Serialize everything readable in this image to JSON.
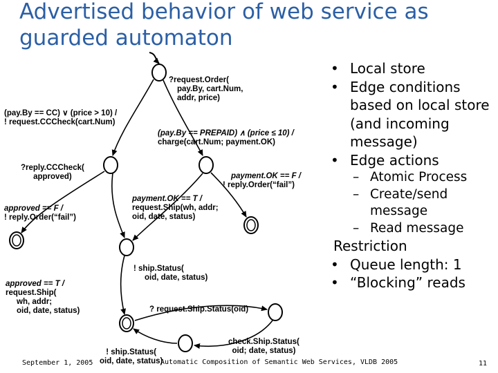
{
  "slide": {
    "title_lines": [
      "Advertised behavior of web service as",
      "guarded automaton"
    ],
    "footer": {
      "date": "September 1, 2005",
      "citation": "Automatic Composition of Semantic Web Services, VLDB 2005",
      "page": "11"
    }
  },
  "diagram": {
    "labels": {
      "request_order": [
        "?request.Order(",
        "pay.By, cart.Num,",
        "addr, price)"
      ],
      "guard_cc": [
        "(pay.By == CC) ∨ (price > 10) /",
        "! request.CCCheck(cart.Num)"
      ],
      "guard_prepaid": [
        "(pay.By == PREPAID) ∧ (price ≤ 10) /",
        "charge(cart.Num; payment.OK)"
      ],
      "reply_cccheck": [
        "?reply.CCCheck(",
        "approved)"
      ],
      "payment_false": [
        "payment.OK == F /",
        "! reply.Order(“fail”)"
      ],
      "approved_false": [
        "approved == F /",
        "! reply.Order(“fail”)"
      ],
      "payment_true": [
        "payment.OK == T /",
        "request.Ship(wh, addr;",
        "oid, date, status)"
      ],
      "ship_status": [
        "! ship.Status(",
        "oid, date, status)"
      ],
      "approved_true": [
        "approved == T /",
        "request.Ship(",
        "wh, addr;",
        "oid, date, status)"
      ],
      "request_ship_status": [
        "? request.Ship.Status(oid)"
      ],
      "ship_status_bottom": [
        "! ship.Status(",
        "oid, date, status)"
      ],
      "check_ship_status": [
        "check.Ship.Status(",
        "oid; date, status)"
      ]
    }
  },
  "right_panel": {
    "bullets_top": [
      {
        "text": "Local store",
        "sub": []
      },
      {
        "text": "Edge conditions based on local store (and incoming message)",
        "sub": []
      },
      {
        "text": "Edge actions",
        "sub": [
          "Atomic Process",
          "Create/send message",
          "Read message"
        ]
      }
    ],
    "restriction_heading": "Restriction",
    "bullets_bottom": [
      "Queue length: 1",
      "“Blocking” reads"
    ]
  }
}
